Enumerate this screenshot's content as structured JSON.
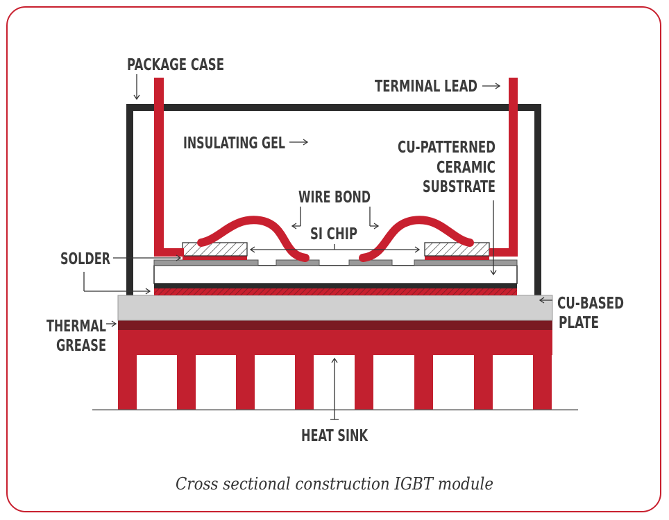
{
  "labels": {
    "package_case": "PACKAGE CASE",
    "terminal_lead": "TERMINAL LEAD",
    "insulating_gel": "INSULATING GEL",
    "cu_patterned": [
      "CU-PATTERNED",
      "CERAMIC",
      "SUBSTRATE"
    ],
    "wire_bond": "WIRE BOND",
    "si_chip": "SI CHIP",
    "solder": "SOLDER",
    "cu_based_plate": [
      "CU-BASED",
      "PLATE"
    ],
    "thermal_grease": [
      "THERMAL",
      "GREASE"
    ],
    "heat_sink": "HEAT SINK"
  },
  "caption": "Cross sectional construction IGBT module",
  "colors": {
    "frame_border": "#c8202f",
    "red": "#c8202f",
    "dark_red": "#7a1a22",
    "case": "#2b2b2b",
    "plate": "#d0d0d0",
    "substrate_grey": "#9a9a9a",
    "text": "#3b3b3b"
  }
}
